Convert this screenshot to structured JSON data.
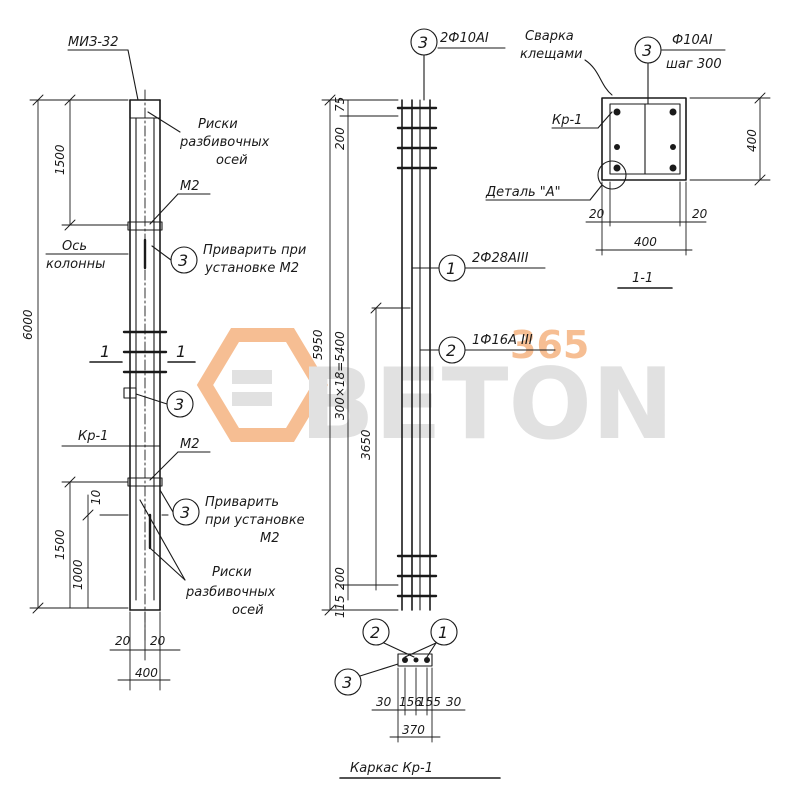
{
  "labels": {
    "miz": "МИЗ-32",
    "riski_top_1": "Риски",
    "riski_top_2": "разбивочных",
    "riski_top_3": "осей",
    "m2_top": "М2",
    "os_1": "Ось",
    "os_2": "колонны",
    "privarit_top_1": "Приварить при",
    "privarit_top_2": "установке М2",
    "section_left": "1",
    "section_right": "1",
    "kr1_left": "Кр-1",
    "m2_bot": "М2",
    "privarit_bot_1": "Приварить",
    "privarit_bot_2": "при установке",
    "privarit_bot_3": "М2",
    "riski_bot_1": "Риски",
    "riski_bot_2": "разбивочных",
    "riski_bot_3": "осей",
    "rebar3": "2Ф10АI",
    "svarka_1": "Сварка",
    "svarka_2": "клещами",
    "rebar1": "2Ф28АIII",
    "rebar2": "1Ф16А III",
    "karkas": "Каркас Кр-1",
    "kr1_section": "Кр-1",
    "stirrup_1": "Ф10АI",
    "stirrup_2": "шаг 300",
    "detail": "Деталь \"А\"",
    "section_title": "1-1"
  },
  "marks": {
    "m3_a": "3",
    "m3_b": "3",
    "m3_c": "3",
    "m3_d": "3",
    "m3_e": "3",
    "m3_f": "3",
    "m1_a": "1",
    "m1_b": "1",
    "m2_a": "2",
    "m2_b": "2"
  },
  "dims": {
    "d6000": "6000",
    "d1500_top": "1500",
    "d1500_bot": "1500",
    "d1000": "1000",
    "d10": "10",
    "d20_l": "20",
    "d20_r": "20",
    "d400_col": "400",
    "d75_top": "75",
    "d200_top": "200",
    "d5950": "5950",
    "d900x18": "300×18=5400",
    "d3650": "3650",
    "d200_bot": "200",
    "d115_bot": "115",
    "d30_l": "30",
    "d156": "156",
    "d155": "155",
    "d30_r": "30",
    "d370": "370",
    "d400_sec_v": "400",
    "d20_sec_l": "20",
    "d20_sec_r": "20",
    "d400_sec_h": "400"
  },
  "watermark": {
    "brand": "BETON",
    "suffix": "365",
    "color_orange": "#f08a3c",
    "color_gray": "#c9c9c9"
  }
}
